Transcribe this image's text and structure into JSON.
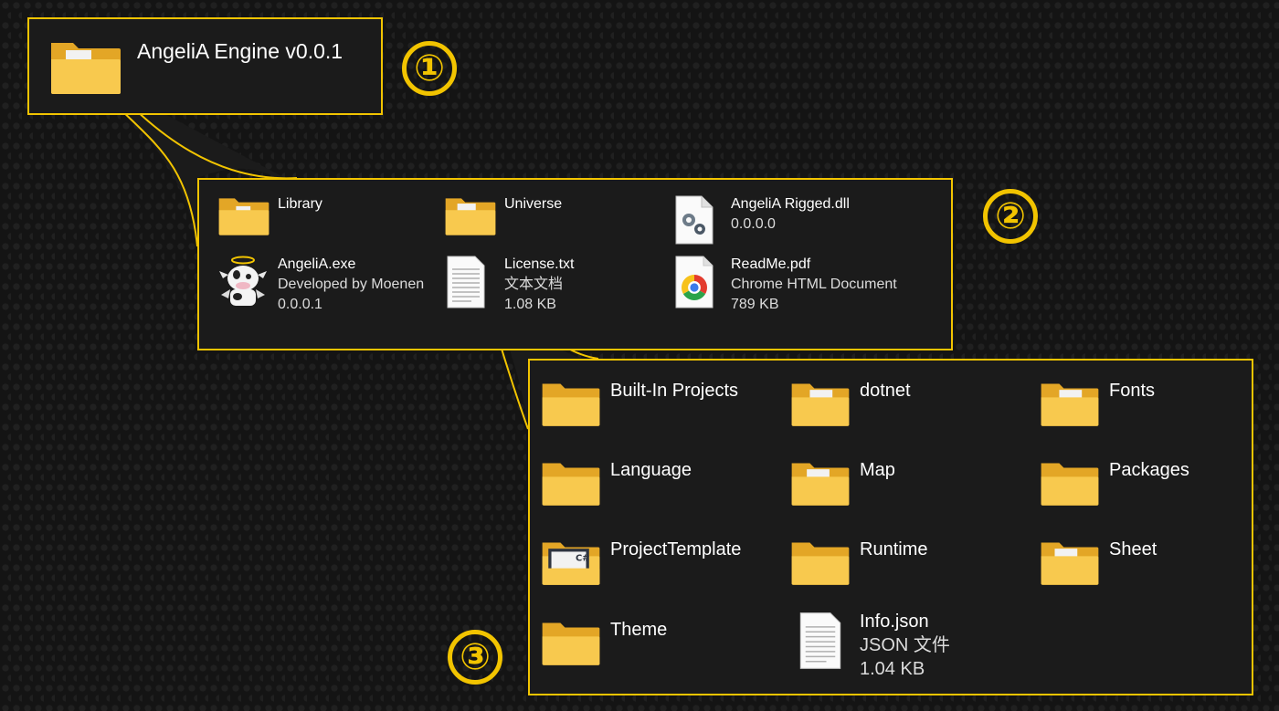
{
  "badges": {
    "one": "①",
    "two": "②",
    "three": "③"
  },
  "root": {
    "name": "AngeliA Engine v0.0.1",
    "icon": "folder-icon"
  },
  "level2": {
    "items": [
      {
        "name": "Library",
        "icon": "folder-icon"
      },
      {
        "name": "Universe",
        "icon": "folder-icon"
      },
      {
        "name": "AngeliA Rigged.dll",
        "line2": "0.0.0.0",
        "icon": "dll-gear-icon"
      },
      {
        "name": "AngeliA.exe",
        "line2": "Developed by Moenen",
        "line3": "0.0.0.1",
        "icon": "cow-angel-icon"
      },
      {
        "name": "License.txt",
        "line2": "文本文档",
        "line3": "1.08 KB",
        "icon": "text-file-icon"
      },
      {
        "name": "ReadMe.pdf",
        "line2": "Chrome HTML Document",
        "line3": "789 KB",
        "icon": "chrome-icon"
      }
    ]
  },
  "level3": {
    "items": [
      {
        "name": "Built-In Projects",
        "icon": "folder-icon"
      },
      {
        "name": "dotnet",
        "icon": "folder-icon"
      },
      {
        "name": "Fonts",
        "icon": "folder-icon"
      },
      {
        "name": "Language",
        "icon": "folder-icon"
      },
      {
        "name": "Map",
        "icon": "folder-icon"
      },
      {
        "name": "Packages",
        "icon": "folder-icon"
      },
      {
        "name": "ProjectTemplate",
        "icon": "csharp-folder-icon"
      },
      {
        "name": "Runtime",
        "icon": "folder-icon"
      },
      {
        "name": "Sheet",
        "icon": "folder-icon"
      },
      {
        "name": "Theme",
        "icon": "folder-icon"
      },
      {
        "name": "Info.json",
        "line2": "JSON 文件",
        "line3": "1.04 KB",
        "icon": "json-file-icon"
      }
    ]
  },
  "colors": {
    "accent": "#f2c400",
    "panel": "#1b1b1b",
    "folder": "#f8c94e"
  }
}
